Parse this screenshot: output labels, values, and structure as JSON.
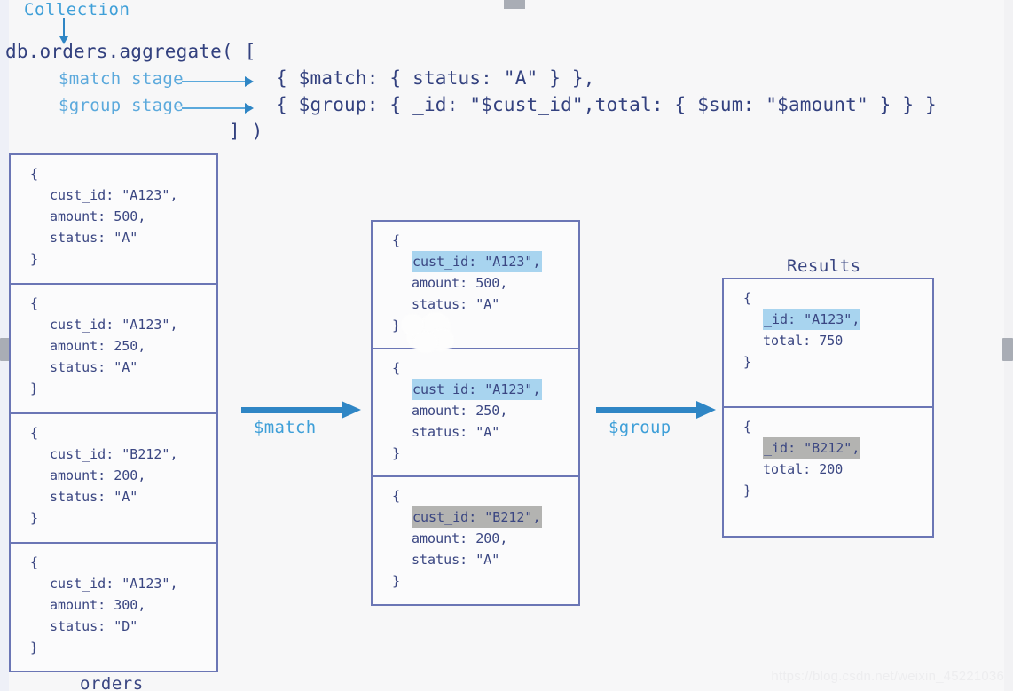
{
  "header": {
    "collection_label": "Collection",
    "code_main": "db.orders.aggregate( [",
    "match_stage_label": "$match stage",
    "group_stage_label": "$group stage",
    "code_line_1": "{ $match: { status: \"A\" } },",
    "code_line_2": "{ $group: { _id: \"$cust_id\",total: { $sum: \"$amount\" } } }",
    "code_line_3": "] )"
  },
  "collection": {
    "title": "orders",
    "documents": [
      {
        "open": "{",
        "fields": [
          "cust_id: \"A123\",",
          "amount: 500,",
          "status: \"A\""
        ],
        "close": "}"
      },
      {
        "open": "{",
        "fields": [
          "cust_id: \"A123\",",
          "amount: 250,",
          "status: \"A\""
        ],
        "close": "}"
      },
      {
        "open": "{",
        "fields": [
          "cust_id: \"B212\",",
          "amount: 200,",
          "status: \"A\""
        ],
        "close": "}"
      },
      {
        "open": "{",
        "fields": [
          "cust_id: \"A123\",",
          "amount: 300,",
          "status: \"D\""
        ],
        "close": "}"
      }
    ]
  },
  "match_output": {
    "documents": [
      {
        "open": "{",
        "hl_field": "cust_id: \"A123\",",
        "hl_color": "blue",
        "fields": [
          "amount: 500,",
          "status: \"A\""
        ],
        "close": "}"
      },
      {
        "open": "{",
        "hl_field": "cust_id: \"A123\",",
        "hl_color": "blue",
        "fields": [
          "amount: 250,",
          "status: \"A\""
        ],
        "close": "}"
      },
      {
        "open": "{",
        "hl_field": "cust_id: \"B212\",",
        "hl_color": "gray",
        "fields": [
          "amount: 200,",
          "status: \"A\""
        ],
        "close": "}"
      }
    ]
  },
  "results": {
    "title": "Results",
    "documents": [
      {
        "open": "{",
        "hl_field": "_id: \"A123\",",
        "hl_color": "blue",
        "fields": [
          "total: 750"
        ],
        "close": "}"
      },
      {
        "open": "{",
        "hl_field": "_id: \"B212\",",
        "hl_color": "gray",
        "fields": [
          "total: 200"
        ],
        "close": "}"
      }
    ]
  },
  "flows": {
    "match_label": "$match",
    "group_label": "$group"
  },
  "watermark": "https://blog.csdn.net/weixin_45221036",
  "colors": {
    "accent_blue": "#2f86c5",
    "label_blue": "#3e9fd8",
    "code_navy": "#33417f",
    "box_border": "#6b76b5",
    "highlight_blue": "#a8d4ef",
    "highlight_gray": "#b3b3b1",
    "canvas_bg": "#f7f7f8"
  }
}
